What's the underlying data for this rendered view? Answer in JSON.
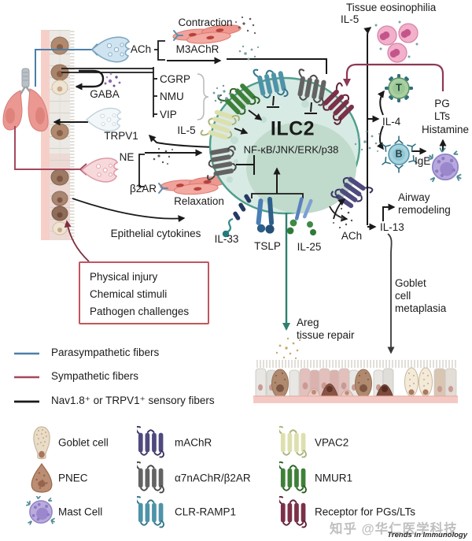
{
  "journal": "Trends in Immunology",
  "watermark": "知乎 @华仁医学科技",
  "labels": {
    "contraction": "Contraction",
    "ach_top": "ACh",
    "m3achr": "M3AChR",
    "tissue_eosinophilia": "Tissue eosinophilia",
    "il5_top": "IL-5",
    "cgrp": "CGRP",
    "nmu": "NMU",
    "vip": "VIP",
    "gaba": "GABA",
    "trpv1": "TRPV1",
    "il5_mid": "IL-5",
    "ne": "NE",
    "b2ar": "β2AR",
    "relaxation": "Relaxation",
    "epithelial_cytokines": "Epithelial cytokines",
    "ilc2": "ILC2",
    "signaling": "NF-κB/JNK/ERK/p38",
    "il33": "IL-33",
    "tslp": "TSLP",
    "il25": "IL-25",
    "ach_bottom": "ACh",
    "il4": "IL-4",
    "t_cell": "T",
    "b_cell": "B",
    "ige": "IgE",
    "pg": "PG",
    "lts": "LTs",
    "histamine": "Histamine",
    "airway_remodeling": "Airway\nremodeling",
    "il13": "IL-13",
    "goblet_metaplasia": "Goblet\ncell\nmetaplasia",
    "areg": "Areg\ntissue repair",
    "injury_box": "Physical injury\nChemical stimuli\nPathogen challenges"
  },
  "fiber_legend": [
    {
      "label": "Parasympathetic fibers",
      "color": "#4d7ea8"
    },
    {
      "label": "Sympathetic fibers",
      "color": "#a4495d"
    },
    {
      "label": "Nav1.8⁺ or TRPV1⁺ sensory  fibers",
      "color": "#1a1a1a"
    }
  ],
  "icon_legend": [
    {
      "label": "Goblet cell",
      "color": "#e9dcc8"
    },
    {
      "label": "PNEC",
      "color": "#bb8d73"
    },
    {
      "label": "Mast Cell",
      "color": "#b9abdb"
    },
    {
      "label": "mAChR",
      "color": "#4f4a7e"
    },
    {
      "label": "α7nAChR/β2AR",
      "color": "#636363"
    },
    {
      "label": "CLR-RAMP1",
      "color": "#4f93a8"
    },
    {
      "label": "VPAC2",
      "color": "#dde0ae"
    },
    {
      "label": "NMUR1",
      "color": "#3f8039"
    },
    {
      "label": "Receptor for PGs/LTs",
      "color": "#7b3148"
    }
  ]
}
